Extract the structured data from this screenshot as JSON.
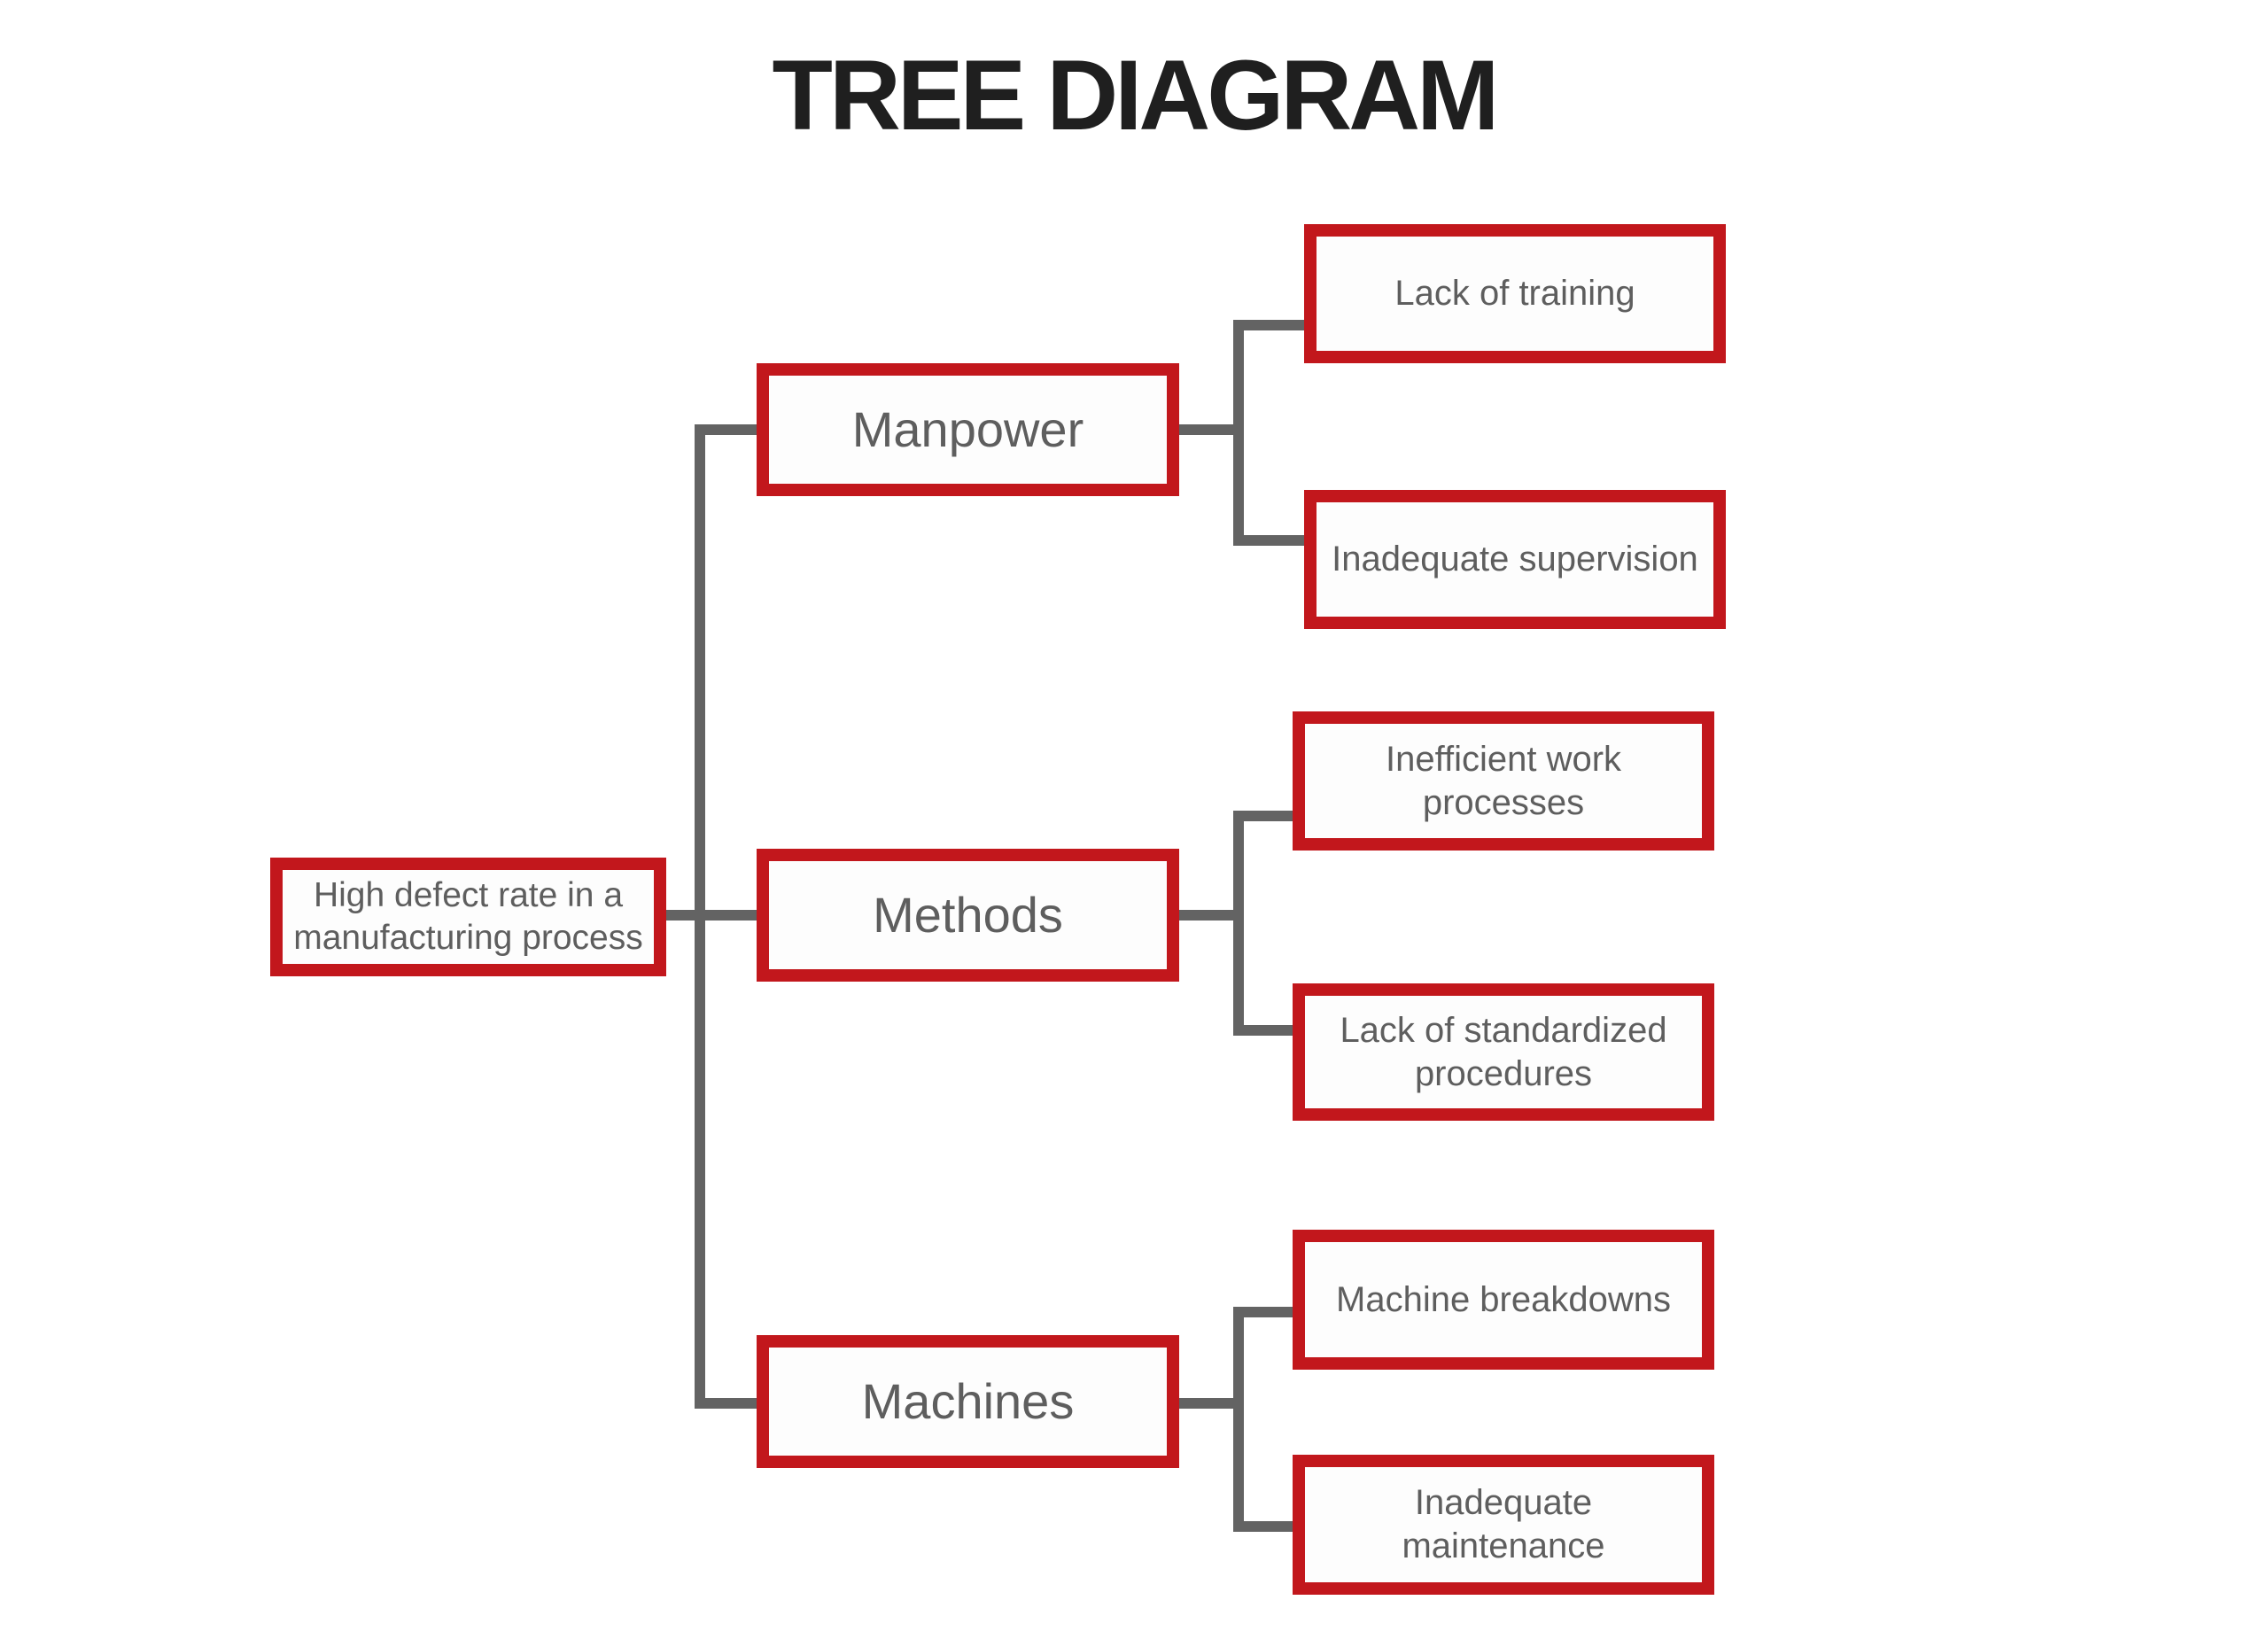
{
  "title": "TREE DIAGRAM",
  "colors": {
    "background": "#ffffff",
    "box_border_red": "#c2171c",
    "connector_gray": "#636363",
    "node_text_gray": "#5e5e5e",
    "title_text": "#1f1f1f"
  },
  "diagram": {
    "root": {
      "label": "High defect rate in a manufacturing process"
    },
    "branches": [
      {
        "label": "Manpower",
        "children": [
          {
            "label": "Lack of training"
          },
          {
            "label": "Inadequate supervision"
          }
        ]
      },
      {
        "label": "Methods",
        "children": [
          {
            "label": "Inefficient work processes"
          },
          {
            "label": "Lack of standardized procedures"
          }
        ]
      },
      {
        "label": "Machines",
        "children": [
          {
            "label": "Machine breakdowns"
          },
          {
            "label": "Inadequate maintenance"
          }
        ]
      }
    ]
  }
}
